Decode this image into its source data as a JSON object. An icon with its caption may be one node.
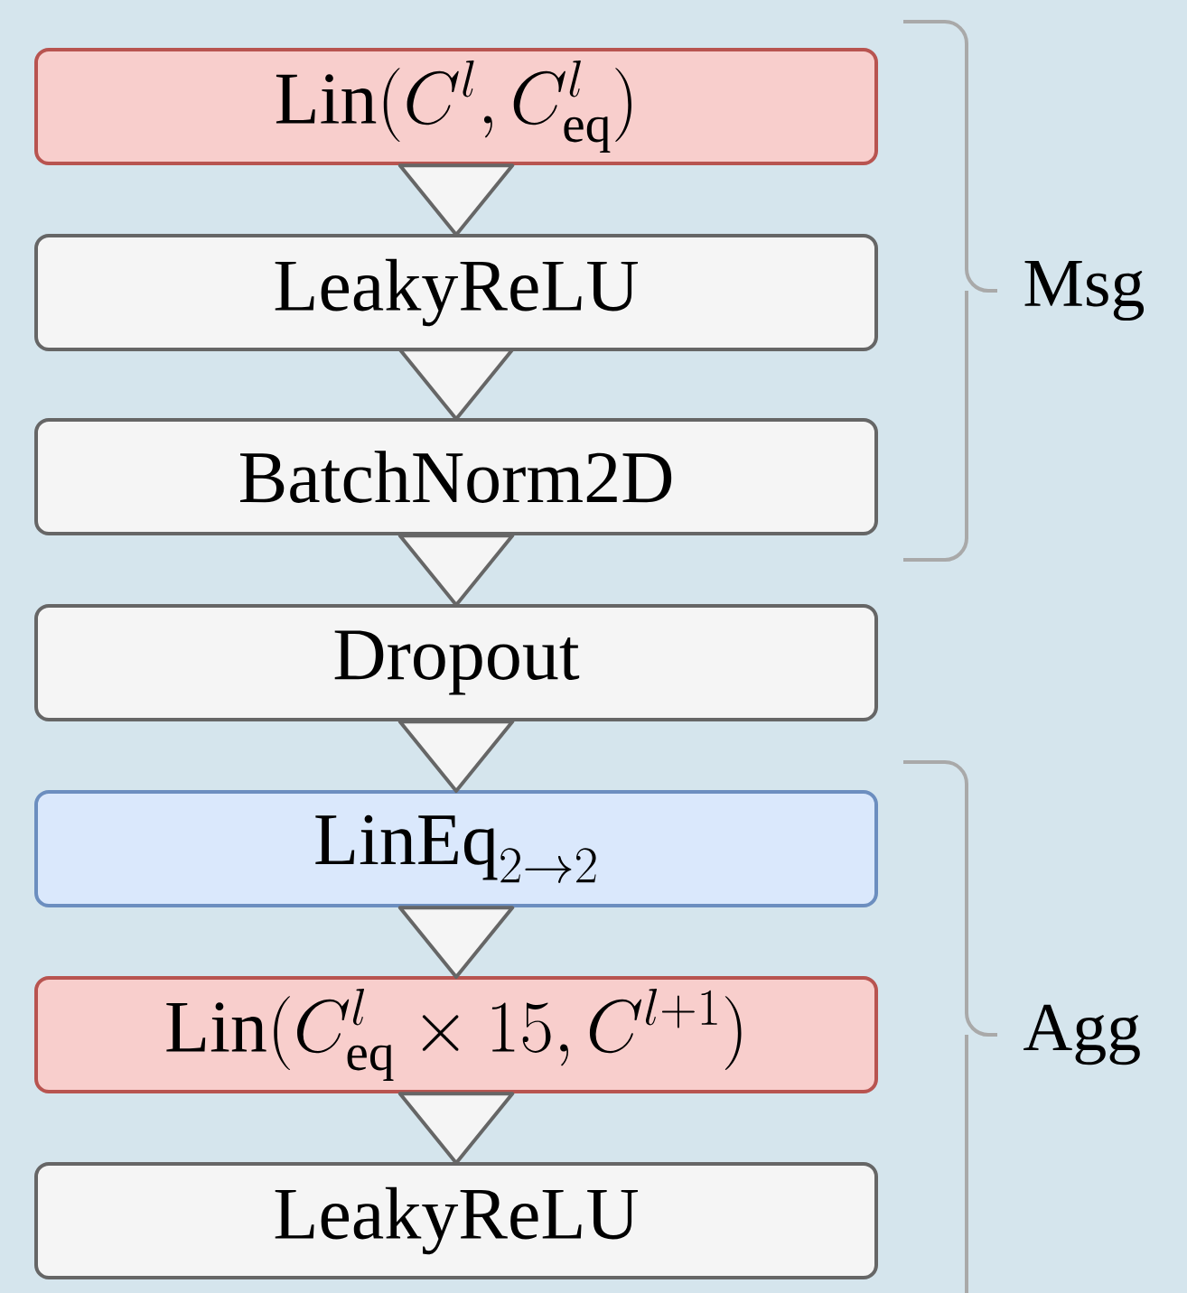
{
  "diagram": {
    "nodes": [
      {
        "text": [
          "\\mathrm{Lin}(C^{l},C^{l}_{\\mathrm{eq}})"
        ]
      },
      {
        "text": [
          "LeakyReLU"
        ]
      },
      {
        "text": [
          "BatchNorm2D"
        ]
      },
      {
        "text": [
          "Dropout"
        ]
      },
      {
        "text": [
          "\\mathrm{LinEq}_{2\\to 2}"
        ]
      },
      {
        "text": [
          "\\mathrm{Lin}(C^{l}_{\\mathrm{eq}}\\times 15,C^{l+1})"
        ]
      },
      {
        "text": [
          "LeakyReLU"
        ]
      }
    ],
    "edges": [
      {
        "from": 0,
        "to": 1,
        "arrow": "to"
      },
      {
        "from": 1,
        "to": 2,
        "arrow": "to"
      },
      {
        "from": 2,
        "to": 3,
        "arrow": "to"
      },
      {
        "from": 3,
        "to": 4,
        "arrow": "to"
      },
      {
        "from": 4,
        "to": 5,
        "arrow": "to"
      },
      {
        "from": 5,
        "to": 6,
        "arrow": "to"
      }
    ],
    "labels": [
      "Msg",
      "Agg"
    ]
  }
}
